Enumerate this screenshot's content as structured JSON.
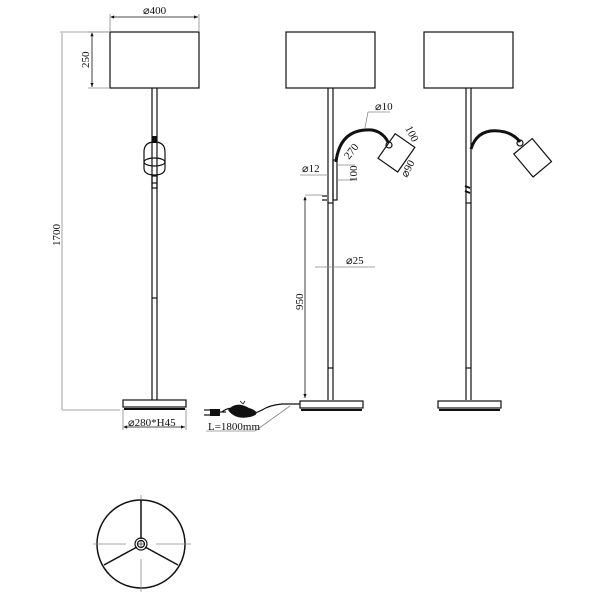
{
  "drawing": {
    "title": "Floor lamp technical drawing",
    "views": [
      "front-view-main",
      "front-view-with-reading-arm",
      "front-view-side-arm",
      "base-top-view"
    ],
    "dimensions": {
      "shade_diameter": "⌀400",
      "shade_height": "250",
      "total_height": "1700",
      "base": "⌀280*H45",
      "cable_length": "L=1800mm",
      "arm_tube_diameter": "⌀10",
      "arm_angle_length": "270",
      "spot_length": "100",
      "spot_diameter": "⌀90",
      "arm_mount_diameter": "⌀12",
      "arm_mount_height": "100",
      "pole_diameter": "⌀25",
      "switch_height": "950"
    },
    "colors": {
      "line": "#111111",
      "dimension_line": "#888888",
      "background": "#ffffff"
    }
  }
}
